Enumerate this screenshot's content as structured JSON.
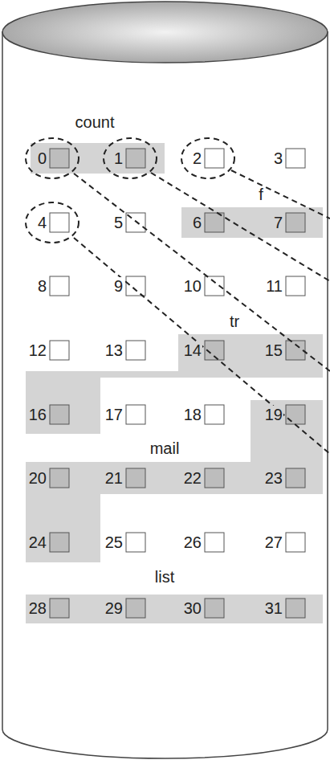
{
  "diagram": {
    "labels": [
      "count",
      "0",
      "1",
      "2",
      "3",
      "f",
      "4",
      "5",
      "6",
      "7",
      "8",
      "9",
      "10",
      "11",
      "tr",
      "12",
      "13",
      "14",
      "15",
      "16",
      "17",
      "18",
      "19",
      "mail",
      "20",
      "21",
      "22",
      "23",
      "24",
      "25",
      "26",
      "27",
      "list",
      "28",
      "29",
      "30",
      "31"
    ]
  }
}
